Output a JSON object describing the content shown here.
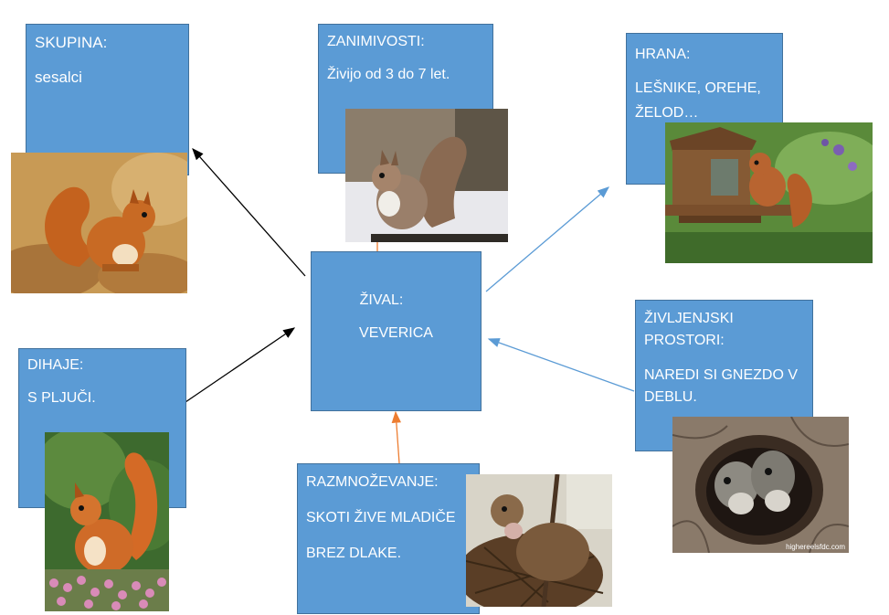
{
  "center": {
    "title": "ŽIVAL:",
    "text": "VEVERICA"
  },
  "skupina": {
    "title": "SKUPINA:",
    "text": "sesalci"
  },
  "zanimivosti": {
    "title": "ZANIMIVOSTI:",
    "text": "Živijo od 3 do 7 let."
  },
  "hrana": {
    "title": "HRANA:",
    "line1": "LEŠNIKE, OREHE,",
    "line2": "ŽELOD…"
  },
  "dihaje": {
    "title": "DIHAJE:",
    "text": "S PLJUČI."
  },
  "prostori": {
    "title1": "ŽIVLJENJSKI",
    "title2": "PROSTORI:",
    "line1": "NAREDI SI GNEZDO V",
    "line2": "DEBLU."
  },
  "razmnozevanje": {
    "title": "RAZMNOŽEVANJE:",
    "line1": "SKOTI ŽIVE MLADIČE",
    "line2": "BREZ DLAKE."
  },
  "watermark": "highereelsfdc.com",
  "colors": {
    "box": "#5b9bd5",
    "box_border": "#41719c",
    "arrow_black": "#000000",
    "arrow_blue": "#5b9bd5",
    "arrow_orange": "#ed7d31"
  }
}
